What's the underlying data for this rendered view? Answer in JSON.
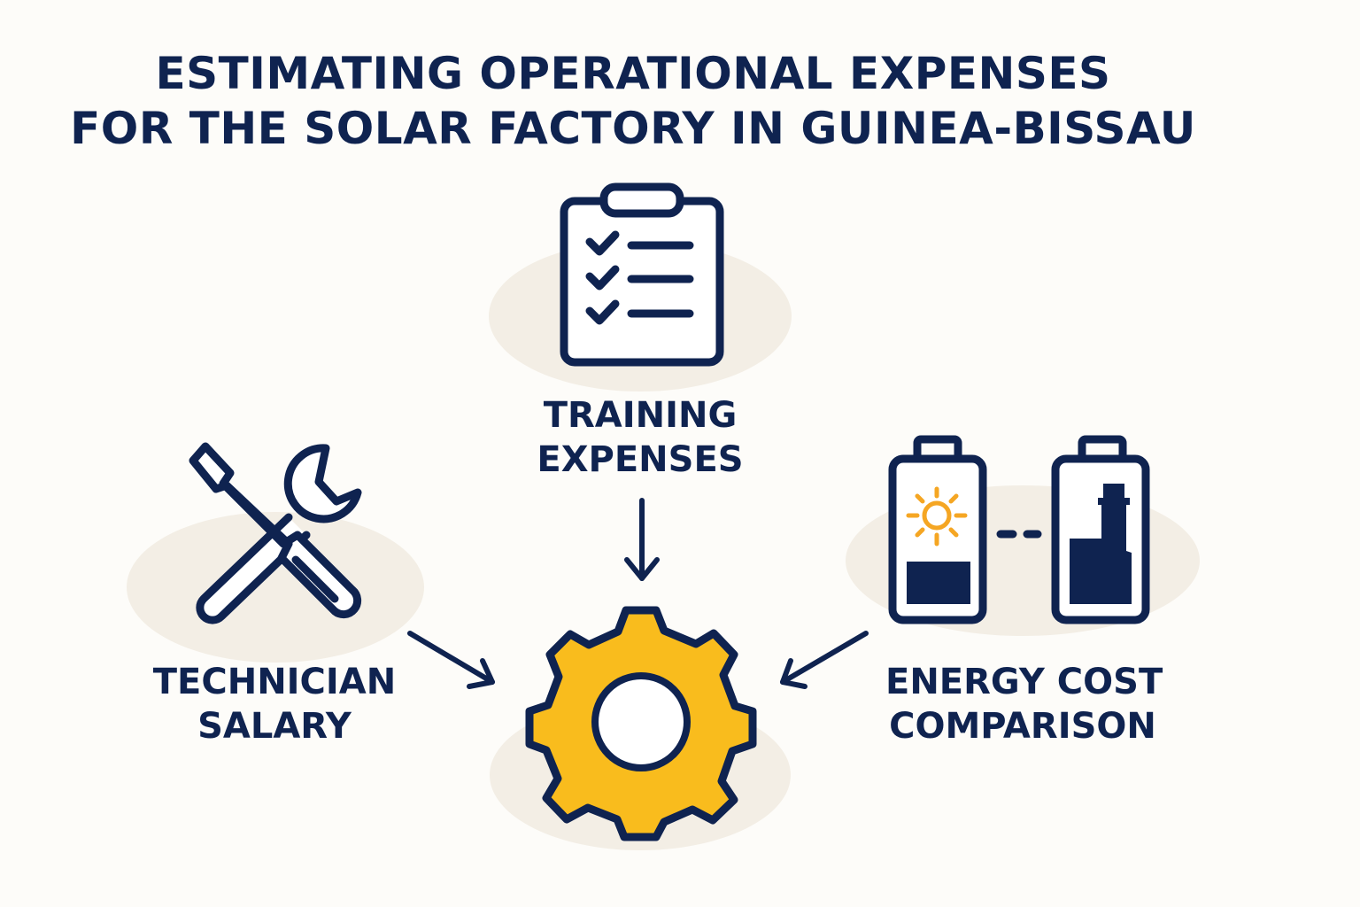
{
  "title": {
    "line1": "ESTIMATING OPERATIONAL EXPENSES",
    "line2": "FOR THE SOLAR FACTORY IN GUINEA-BISSAU"
  },
  "nodes": {
    "training": {
      "line1": "TRAINING",
      "line2": "EXPENSES",
      "icon": "clipboard-checklist-icon"
    },
    "technician": {
      "line1": "TECHNICIAN",
      "line2": "SALARY",
      "icon": "wrench-screwdriver-icon"
    },
    "energy": {
      "line1": "ENERGY COST",
      "line2": "COMPARISON",
      "icon": "battery-comparison-icon"
    },
    "center": {
      "icon": "gear-icon"
    }
  },
  "colors": {
    "navy": "#0f2350",
    "gold": "#f9bc1d",
    "sun": "#f5a623",
    "blob": "#f3eee5",
    "background": "#fdfcf9"
  }
}
